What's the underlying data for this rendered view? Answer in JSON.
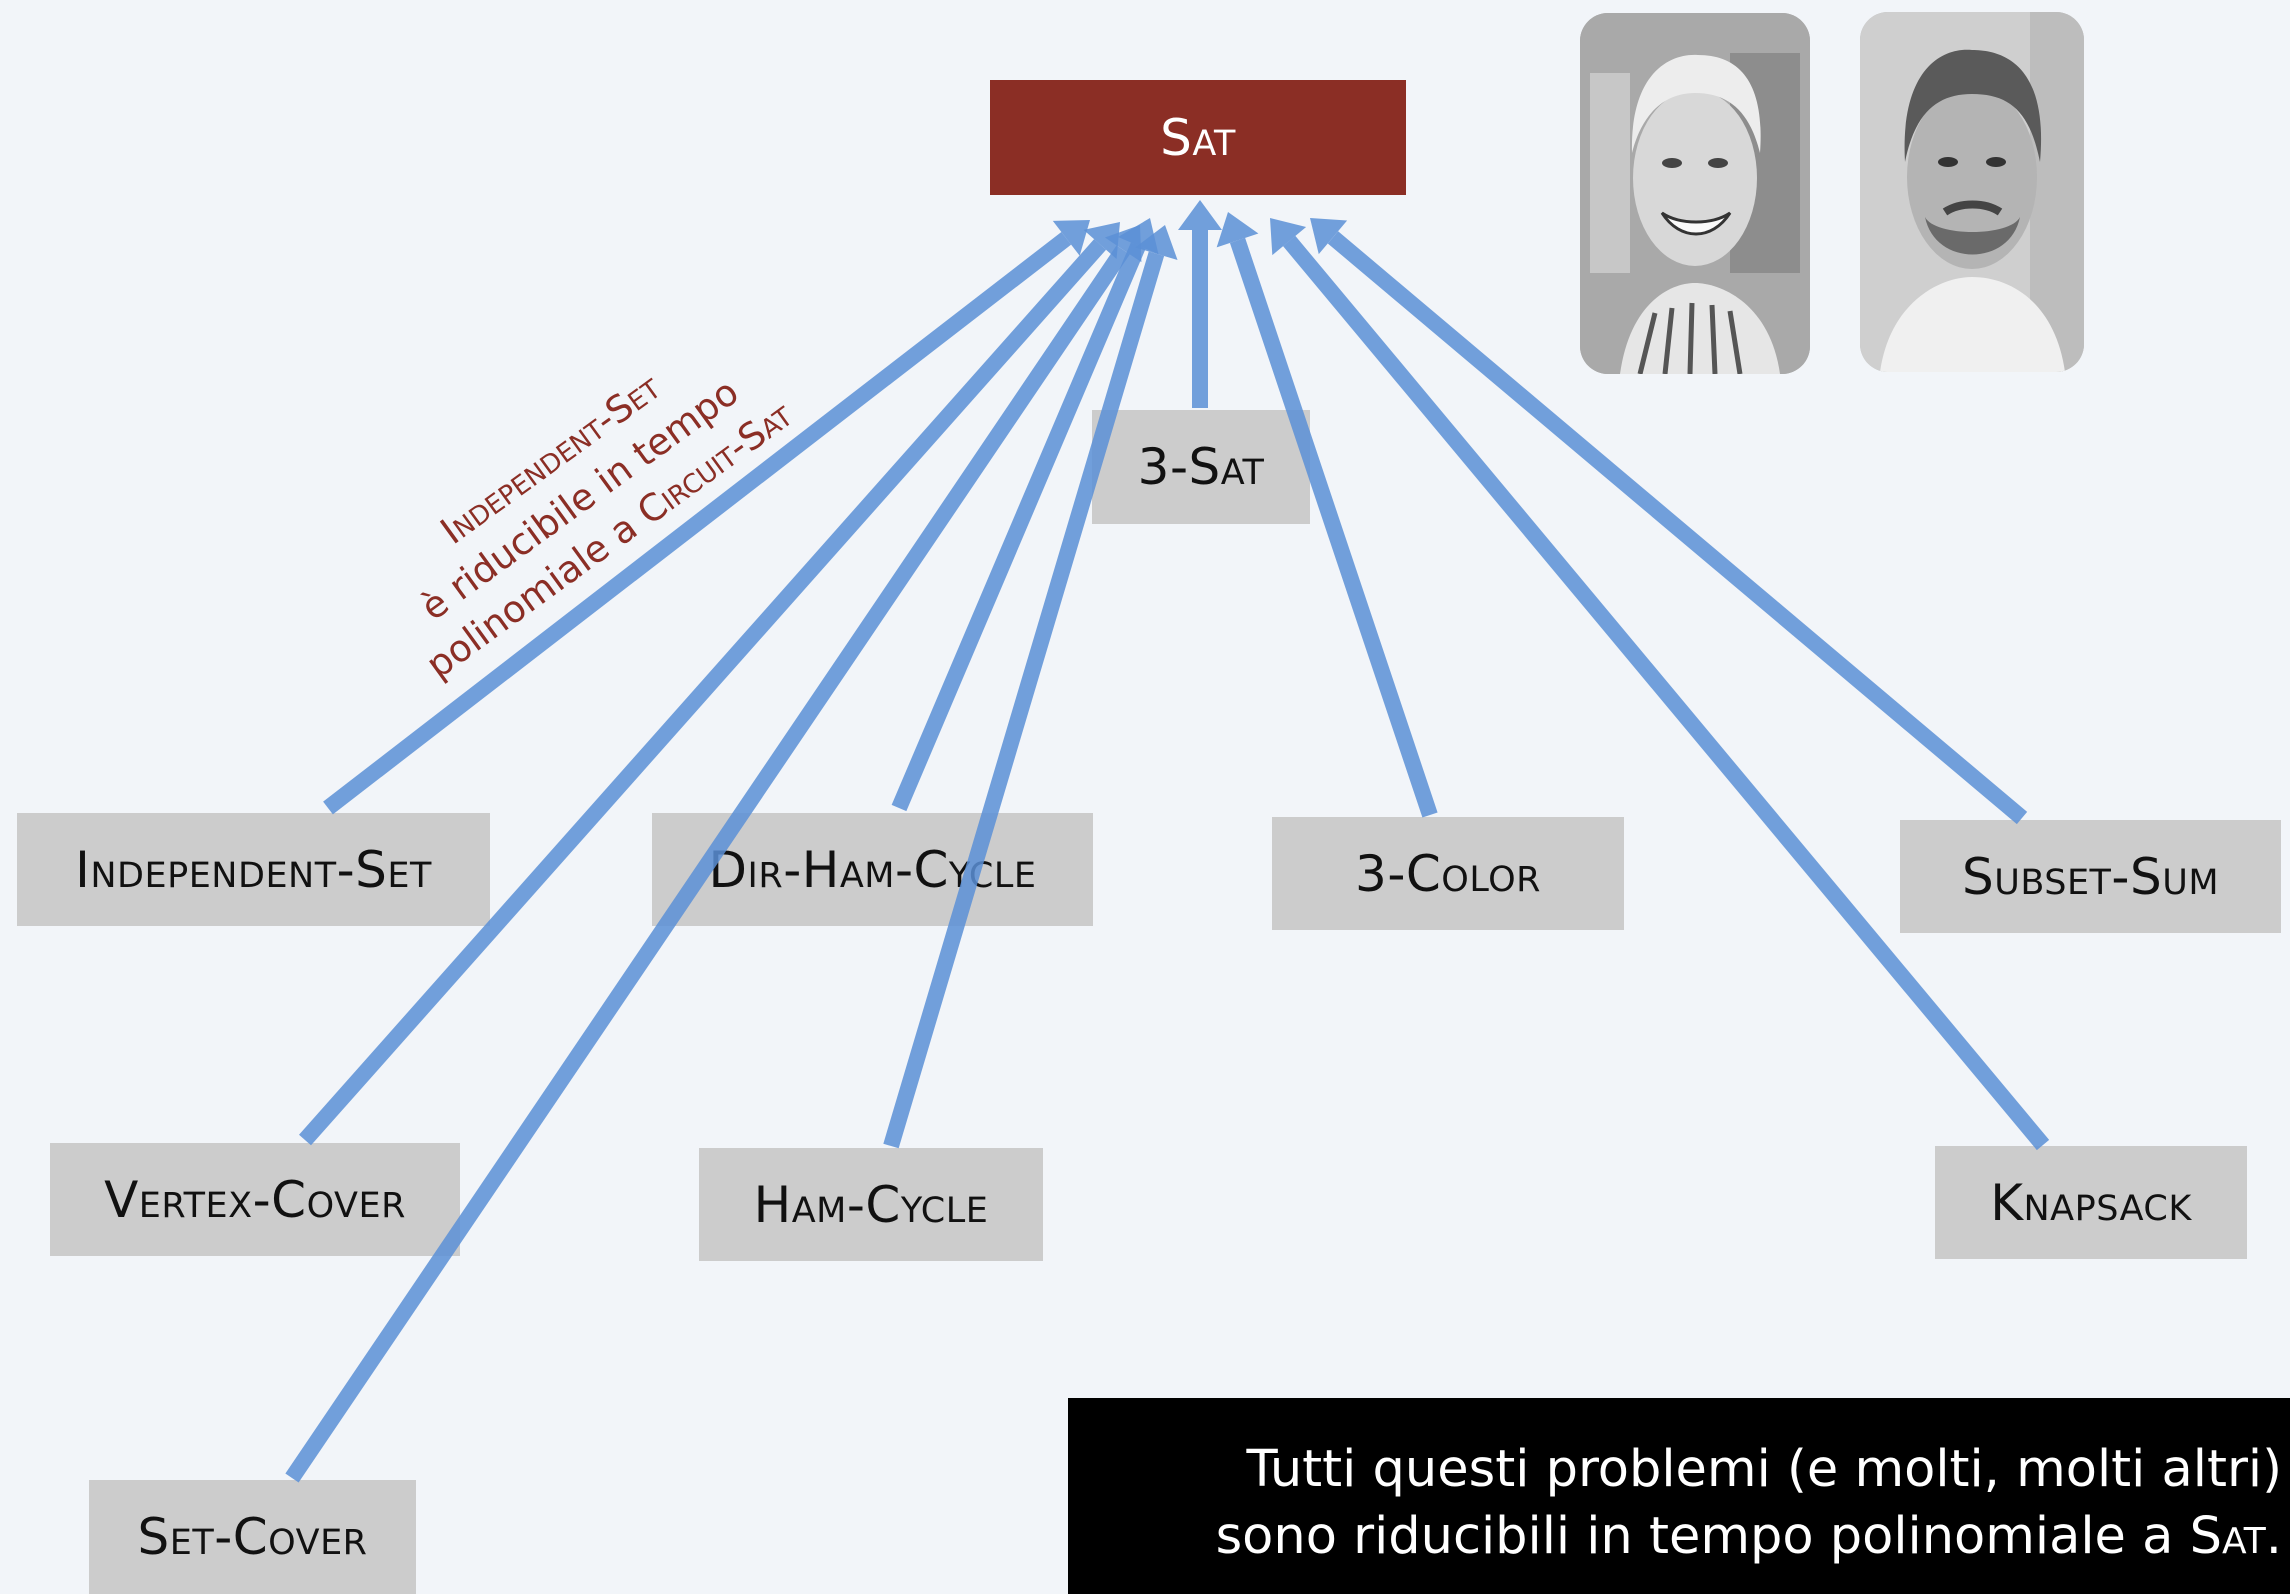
{
  "nodes": {
    "sat": "Sat",
    "three_sat": "3-Sat",
    "independent_set": "Independent-Set",
    "dir_ham_cycle": "Dir-Ham-Cycle",
    "three_color": "3-Color",
    "subset_sum": "Subset-Sum",
    "vertex_cover": "Vertex-Cover",
    "ham_cycle": "Ham-Cycle",
    "knapsack": "Knapsack",
    "set_cover": "Set-Cover"
  },
  "edges": [
    {
      "from": "independent_set",
      "to": "sat"
    },
    {
      "from": "vertex_cover",
      "to": "sat"
    },
    {
      "from": "set_cover",
      "to": "sat"
    },
    {
      "from": "dir_ham_cycle",
      "to": "sat"
    },
    {
      "from": "ham_cycle",
      "to": "sat"
    },
    {
      "from": "three_sat",
      "to": "sat"
    },
    {
      "from": "three_color",
      "to": "sat"
    },
    {
      "from": "knapsack",
      "to": "sat"
    },
    {
      "from": "subset_sum",
      "to": "sat"
    }
  ],
  "annotation": {
    "line1": "Independent-Set",
    "line2": "è riducibile in tempo",
    "line3_text": "polinomiale a ",
    "line3_term": "Circuit-Sat"
  },
  "callout": {
    "line1": "Tutti questi problemi (e molti, molti altri)",
    "line2_text": "sono riducibili in tempo polinomiale a ",
    "line2_term": "Sat",
    "line2_end": "."
  },
  "colors": {
    "arrow": "#5b8fd6",
    "sat_box": "#8b2e25",
    "node_box": "#cccccc",
    "background": "#f2f5f9"
  }
}
